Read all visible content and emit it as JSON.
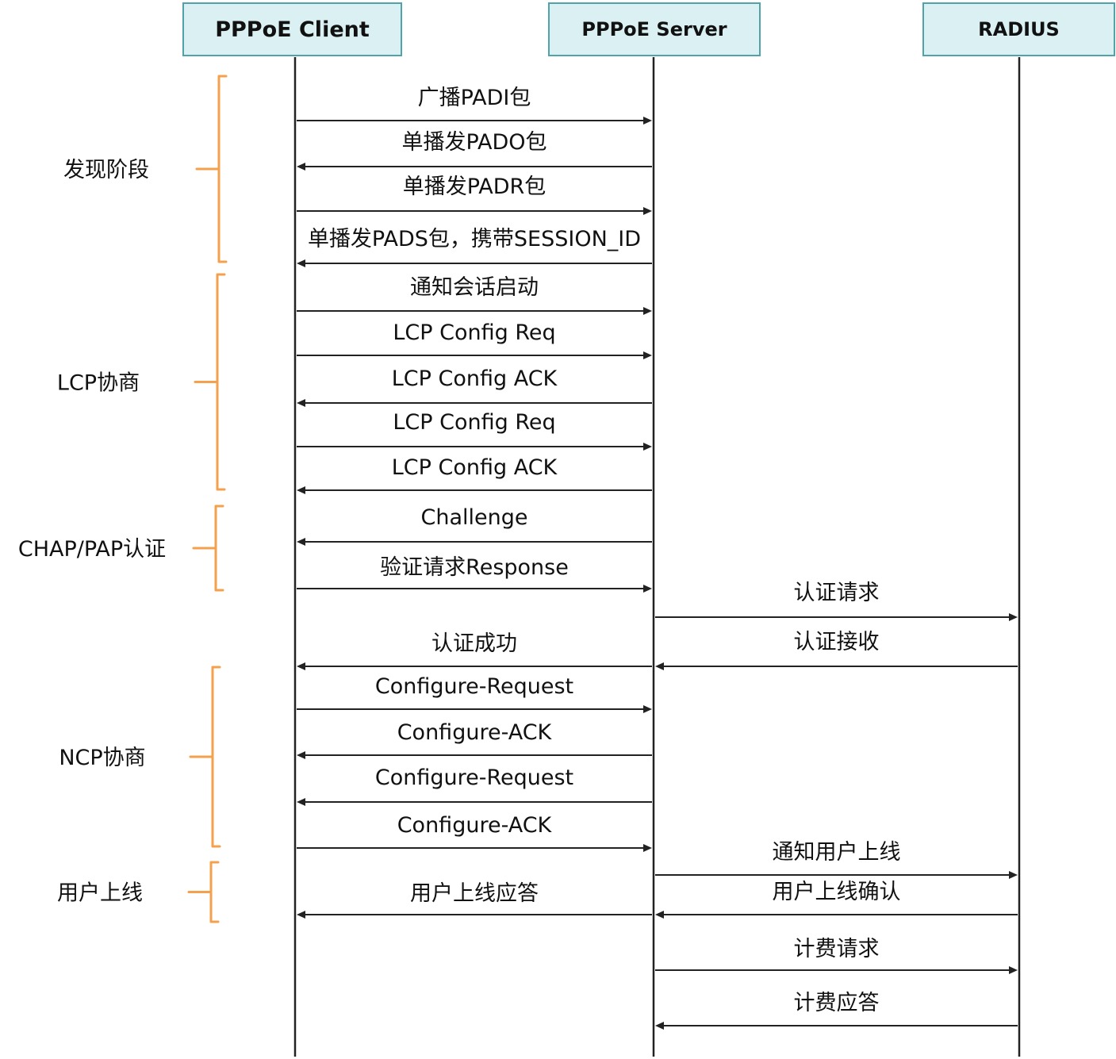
{
  "actors": {
    "client": "PPPoE Client",
    "server": "PPPoE Server",
    "radius": "RADIUS"
  },
  "phases": [
    {
      "id": "discovery",
      "label": "发现阶段"
    },
    {
      "id": "lcp",
      "label": "LCP协商"
    },
    {
      "id": "auth",
      "label": "CHAP/PAP认证"
    },
    {
      "id": "ncp",
      "label": "NCP协商"
    },
    {
      "id": "online",
      "label": "用户上线"
    }
  ],
  "messages": [
    {
      "label": "广播PADI包",
      "from": "client",
      "to": "server"
    },
    {
      "label": "单播发PADO包",
      "from": "server",
      "to": "client"
    },
    {
      "label": "单播发PADR包",
      "from": "client",
      "to": "server"
    },
    {
      "label": "单播发PADS包，携带SESSION_ID",
      "from": "server",
      "to": "client"
    },
    {
      "label": "通知会话启动",
      "from": "client",
      "to": "server"
    },
    {
      "label": "LCP Config Req",
      "from": "client",
      "to": "server"
    },
    {
      "label": "LCP Config ACK",
      "from": "server",
      "to": "client"
    },
    {
      "label": "LCP Config Req",
      "from": "client",
      "to": "server"
    },
    {
      "label": "LCP Config ACK",
      "from": "server",
      "to": "client"
    },
    {
      "label": "Challenge",
      "from": "server",
      "to": "client"
    },
    {
      "label": "验证请求Response",
      "from": "client",
      "to": "server"
    },
    {
      "label": "认证请求",
      "from": "server",
      "to": "radius"
    },
    {
      "label": "认证接收",
      "from": "radius",
      "to": "server"
    },
    {
      "label": "认证成功",
      "from": "server",
      "to": "client"
    },
    {
      "label": "Configure-Request",
      "from": "client",
      "to": "server"
    },
    {
      "label": "Configure-ACK",
      "from": "server",
      "to": "client"
    },
    {
      "label": "Configure-Request",
      "from": "server",
      "to": "client"
    },
    {
      "label": "Configure-ACK",
      "from": "client",
      "to": "server"
    },
    {
      "label": "通知用户上线",
      "from": "server",
      "to": "radius"
    },
    {
      "label": "用户上线确认",
      "from": "radius",
      "to": "server"
    },
    {
      "label": "用户上线应答",
      "from": "server",
      "to": "client"
    },
    {
      "label": "计费请求",
      "from": "server",
      "to": "radius"
    },
    {
      "label": "计费应答",
      "from": "radius",
      "to": "server"
    }
  ],
  "colors": {
    "actor_fill": "#daf0f2",
    "actor_border": "#4fa3a9",
    "brace": "#f5a04c",
    "line": "#222222"
  }
}
